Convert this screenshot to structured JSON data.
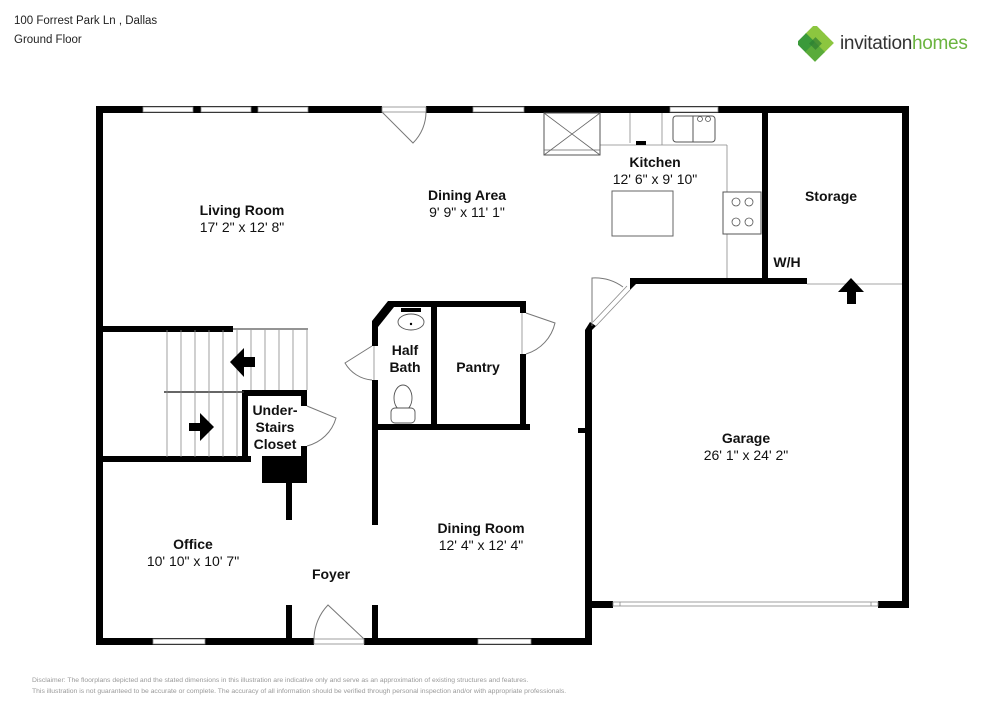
{
  "header": {
    "address": "100 Forrest Park Ln , Dallas",
    "floor": "Ground Floor"
  },
  "logo": {
    "word1": "invitation",
    "word2": "homes",
    "brand_green": "#6bb43f",
    "brand_dark": "#333333",
    "icon": "clover-diamond-logo-icon"
  },
  "rooms": {
    "living_room": {
      "name": "Living Room",
      "dims": "17' 2\" x 12' 8\""
    },
    "dining_area": {
      "name": "Dining Area",
      "dims": "9' 9\" x 11' 1\""
    },
    "kitchen": {
      "name": "Kitchen",
      "dims": "12' 6\" x 9' 10\""
    },
    "storage": {
      "name": "Storage"
    },
    "wh": {
      "name": "W/H"
    },
    "half_bath": {
      "name1": "Half",
      "name2": "Bath"
    },
    "pantry": {
      "name": "Pantry"
    },
    "closet": {
      "name1": "Under-",
      "name2": "Stairs",
      "name3": "Closet"
    },
    "garage": {
      "name": "Garage",
      "dims": "26' 1\" x 24' 2\""
    },
    "office": {
      "name": "Office",
      "dims": "10' 10\" x 10' 7\""
    },
    "foyer": {
      "name": "Foyer"
    },
    "dining_room": {
      "name": "Dining Room",
      "dims": "12' 4\" x 12' 4\""
    }
  },
  "disclaimer": {
    "line1": "Disclaimer: The floorplans depicted and the stated dimensions in this illustration are indicative only and serve as an approximation of existing structures and features.",
    "line2": "This illustration is not guaranteed to be accurate or complete. The accuracy of all information should be verified through personal inspection and/or with appropriate professionals."
  }
}
